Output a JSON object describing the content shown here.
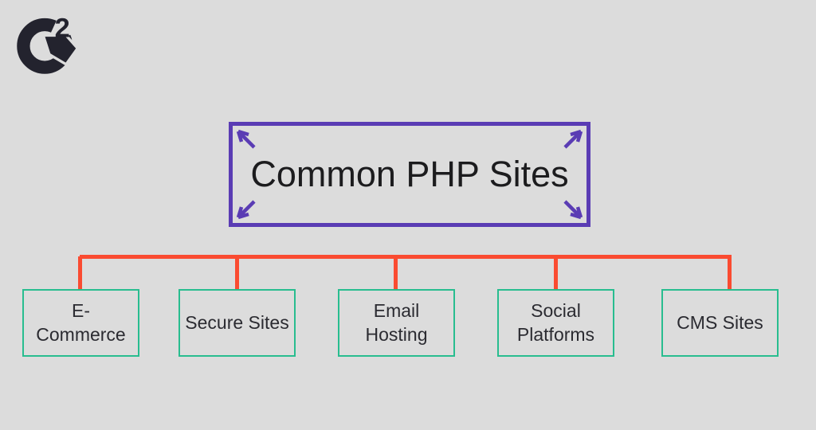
{
  "colors": {
    "background": "#dcdcdc",
    "root_border": "#5a3cb4",
    "connector": "#fa4b31",
    "child_border": "#28bd8f",
    "title_text": "#1c1c1e",
    "child_text": "#2b2b31",
    "logo": "#23232e"
  },
  "logo": {
    "name": "g2-logo",
    "superscript": "2"
  },
  "diagram": {
    "root": {
      "label": "Common PHP Sites"
    },
    "children": [
      {
        "label": "E-Commerce"
      },
      {
        "label": "Secure Sites"
      },
      {
        "label": "Email Hosting"
      },
      {
        "label": "Social Platforms"
      },
      {
        "label": "CMS Sites"
      }
    ]
  }
}
